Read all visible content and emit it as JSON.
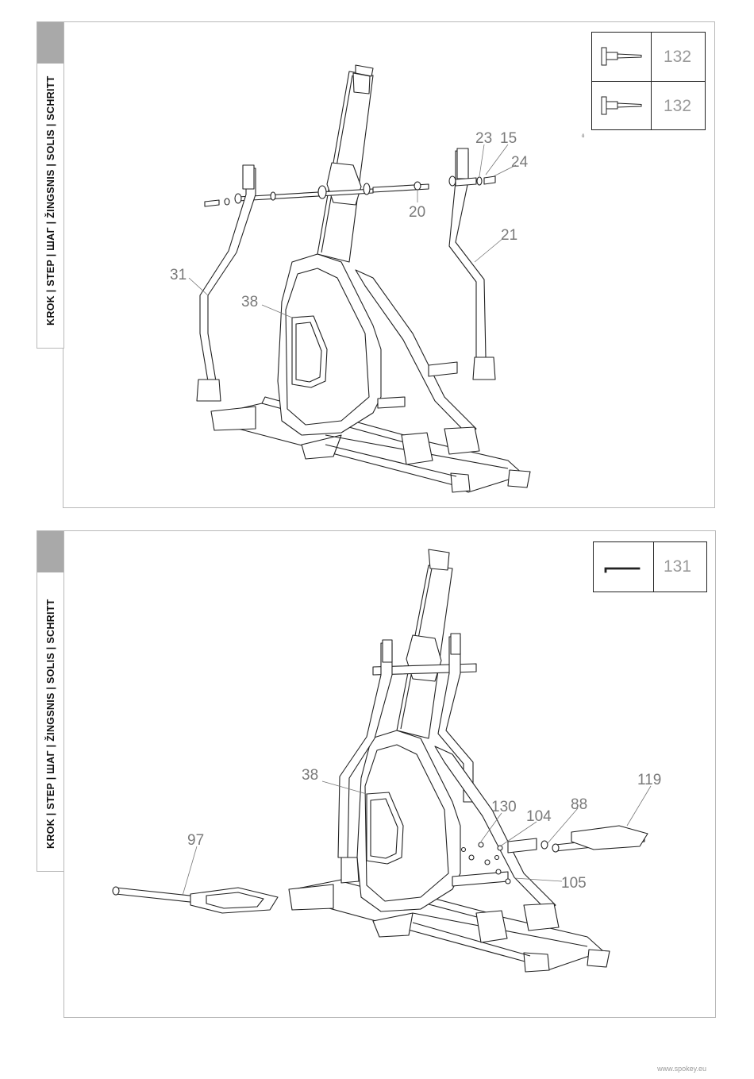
{
  "side_tab_label": "KROK | STEP | ШАГ | ŽINGSNIS | SOLIS | SCHRITT",
  "panel1": {
    "hardware": [
      {
        "part": "132",
        "icon": "bolt-icon"
      },
      {
        "part": "132",
        "icon": "bolt-icon"
      }
    ],
    "callouts": [
      "23",
      "15",
      "24",
      "20",
      "21",
      "31",
      "38"
    ],
    "stray_mark": "ǒ"
  },
  "panel2": {
    "hardware": [
      {
        "part": "131",
        "icon": "allen-key-icon"
      }
    ],
    "callouts": [
      "119",
      "130",
      "104",
      "88",
      "38",
      "97",
      "105"
    ]
  },
  "footer": "www.spokey.eu"
}
